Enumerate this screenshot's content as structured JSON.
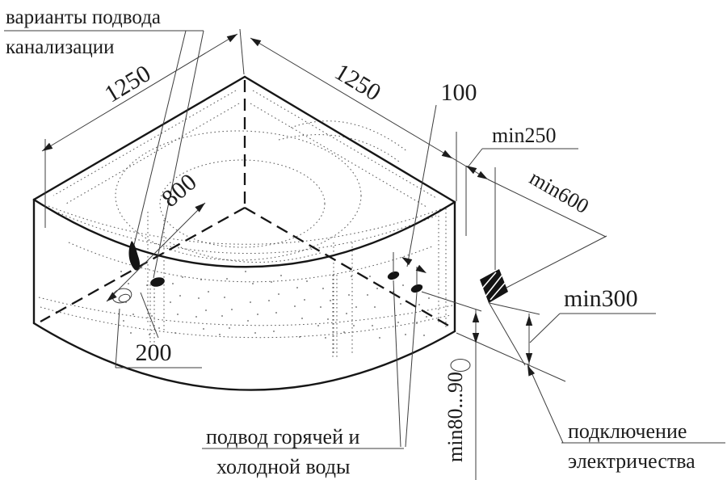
{
  "diagram": {
    "title": "corner bathtub installation scheme",
    "colors": {
      "line": "#1c1c1c",
      "background": "#ffffff"
    },
    "labels": {
      "sewage_line1": "варианты подвода",
      "sewage_line2": "канализации",
      "water_line1": "подвод горячей и",
      "water_line2": "холодной воды",
      "electric_line1": "подключение",
      "electric_line2": "электричества"
    },
    "dimensions": {
      "left_width": "1250",
      "right_width": "1250",
      "water_spacing": "100",
      "depth": "800",
      "drain_offset": "200",
      "outlet_from_edge": "min250",
      "outlet_along_wall": "min600",
      "outlet_height": "min300",
      "water_height": "min80...90"
    }
  }
}
